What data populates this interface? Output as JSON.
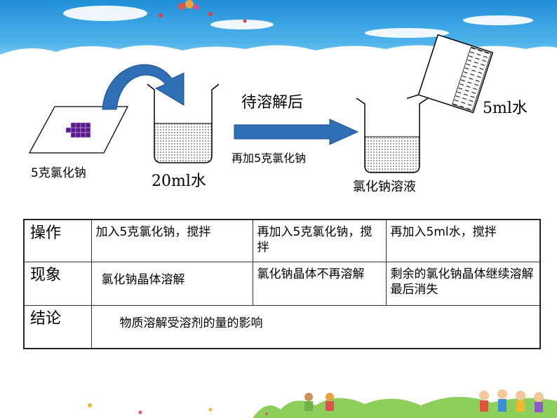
{
  "diagram": {
    "sample_label": "5克氯化钠",
    "water_label_left": "20ml水",
    "step_top_label": "待溶解后",
    "step_bottom_label": "再加5克氯化钠",
    "result_label": "氯化钠溶液",
    "water_label_right": "5ml水"
  },
  "table": {
    "rows": [
      {
        "header": "操作",
        "cells": [
          "加入5克氯化钠，搅拌",
          "再加入5克氯化钠，搅拌",
          "再加入5ml水，搅拌"
        ]
      },
      {
        "header": "现象",
        "cells": [
          "氯化钠晶体溶解",
          "氯化钠晶体不再溶解",
          "剩余的氯化钠晶体继续溶解最后消失"
        ]
      },
      {
        "header": "结论",
        "cells": [
          "物质溶解受溶剂的量的影响"
        ]
      }
    ]
  },
  "colors": {
    "sky_top": "#1f8fd8",
    "arrow_blue": "#2f6fb5",
    "crystal_purple": "#5b1a8c"
  }
}
